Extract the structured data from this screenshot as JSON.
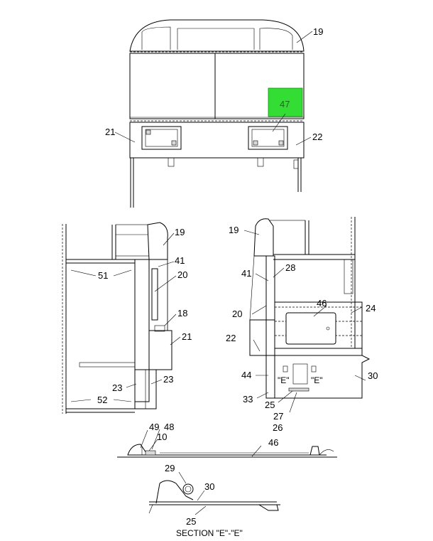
{
  "highlight_color": "#33dd33",
  "callouts": {
    "c19_front": "19",
    "c47": "47",
    "c21_front": "21",
    "c22_front": "22",
    "c19_left": "19",
    "c41_left": "41",
    "c20_left": "20",
    "c51": "51",
    "c18": "18",
    "c21_left": "21",
    "c23a": "23",
    "c23b": "23",
    "c52": "52",
    "c19_right": "19",
    "c28": "28",
    "c41_right": "41",
    "c46_right": "46",
    "c24": "24",
    "c20_right": "20",
    "c22_right": "22",
    "c44": "44",
    "c33": "33",
    "c25_right": "25",
    "c27": "27",
    "c26": "26",
    "c30_right": "30",
    "e_left": "\"E\"",
    "e_right": "\"E\"",
    "c49": "49",
    "c48": "48",
    "c10": "10",
    "c46_bottom": "46",
    "c29": "29",
    "c30_bottom": "30",
    "c25_bottom": "25",
    "section_label": "SECTION \"E\"-\"E\""
  }
}
